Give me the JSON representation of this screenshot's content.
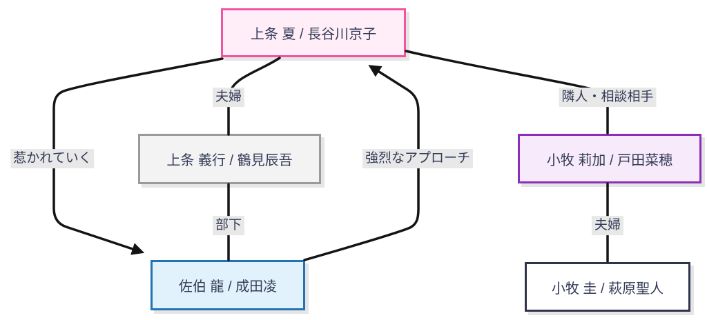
{
  "diagram": {
    "type": "relationship-flowchart",
    "background_color": "#ffffff",
    "line_color": "#141414",
    "text_color": "#333a56",
    "edge_label_bg": "#e8e8e8",
    "nodes": [
      {
        "id": "kamijo-natsu",
        "label": "上条 夏 / 長谷川京子",
        "border": "#f2549f",
        "fill": "#ffeef8"
      },
      {
        "id": "kamijo-yoshiyuki",
        "label": "上条 義行 / 鶴見辰吾",
        "border": "#9a9a9a",
        "fill": "#f3f3f3"
      },
      {
        "id": "komaki-rika",
        "label": "小牧 莉加 / 戸田菜穂",
        "border": "#8b2fb8",
        "fill": "#f6eafb"
      },
      {
        "id": "saeki-ryu",
        "label": "佐伯 龍 / 成田凌",
        "border": "#2272b5",
        "fill": "#e2f2fc"
      },
      {
        "id": "komaki-kei",
        "label": "小牧 圭 / 萩原聖人",
        "border": "#30344b",
        "fill": "#ffffff"
      }
    ],
    "edges": [
      {
        "from": "kamijo-natsu",
        "to": "kamijo-yoshiyuki",
        "label": "夫婦",
        "arrow": false
      },
      {
        "from": "kamijo-yoshiyuki",
        "to": "saeki-ryu",
        "label": "部下",
        "arrow": false
      },
      {
        "from": "kamijo-natsu",
        "to": "saeki-ryu",
        "label": "惹かれていく",
        "arrow": true
      },
      {
        "from": "saeki-ryu",
        "to": "kamijo-natsu",
        "label": "強烈なアプローチ",
        "arrow": true
      },
      {
        "from": "kamijo-natsu",
        "to": "komaki-rika",
        "label": "隣人・相談相手",
        "arrow": false
      },
      {
        "from": "komaki-rika",
        "to": "komaki-kei",
        "label": "夫婦",
        "arrow": false
      }
    ]
  }
}
